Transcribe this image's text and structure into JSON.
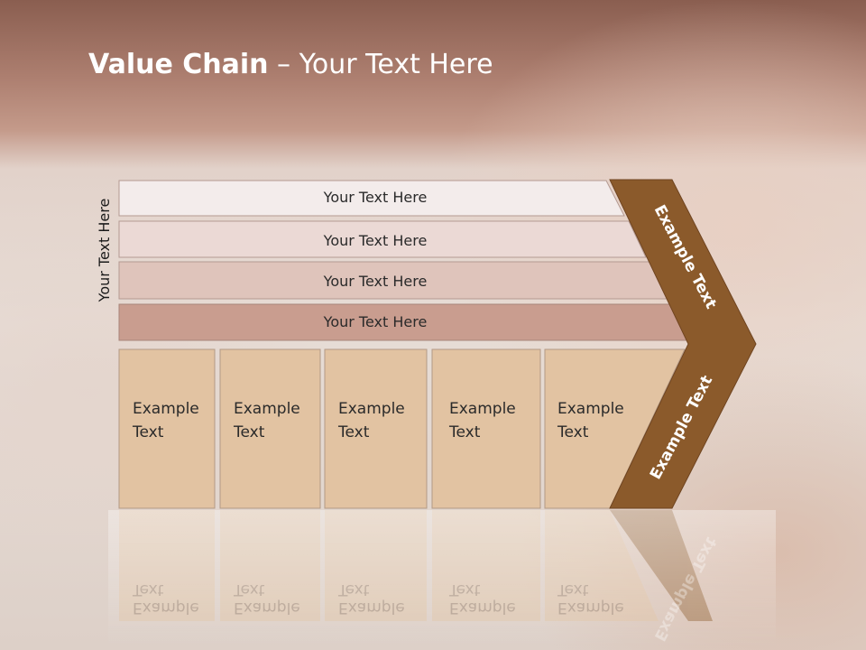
{
  "slide": {
    "title_bold": "Value Chain",
    "title_rest": " – Your Text Here",
    "vertical_label": "Your Text Here"
  },
  "bands": [
    {
      "label": "Your Text Here",
      "color": "#f3eceb"
    },
    {
      "label": "Your Text Here",
      "color": "#ebd9d5"
    },
    {
      "label": "Your Text Here",
      "color": "#dfc4bb"
    },
    {
      "label": "Your Text Here",
      "color": "#c99d8f"
    }
  ],
  "boxes": [
    {
      "line1": "Example",
      "line2": "Text"
    },
    {
      "line1": "Example",
      "line2": "Text"
    },
    {
      "line1": "Example",
      "line2": "Text"
    },
    {
      "line1": "Example",
      "line2": "Text"
    },
    {
      "line1": "Example",
      "line2": "Text"
    }
  ],
  "chevron": {
    "top_label": "Example Text",
    "bottom_label": "Example Text",
    "color": "#8b5a2b"
  },
  "colors": {
    "box_fill": "#e2c3a2",
    "header_bg": "#a87a6a"
  }
}
